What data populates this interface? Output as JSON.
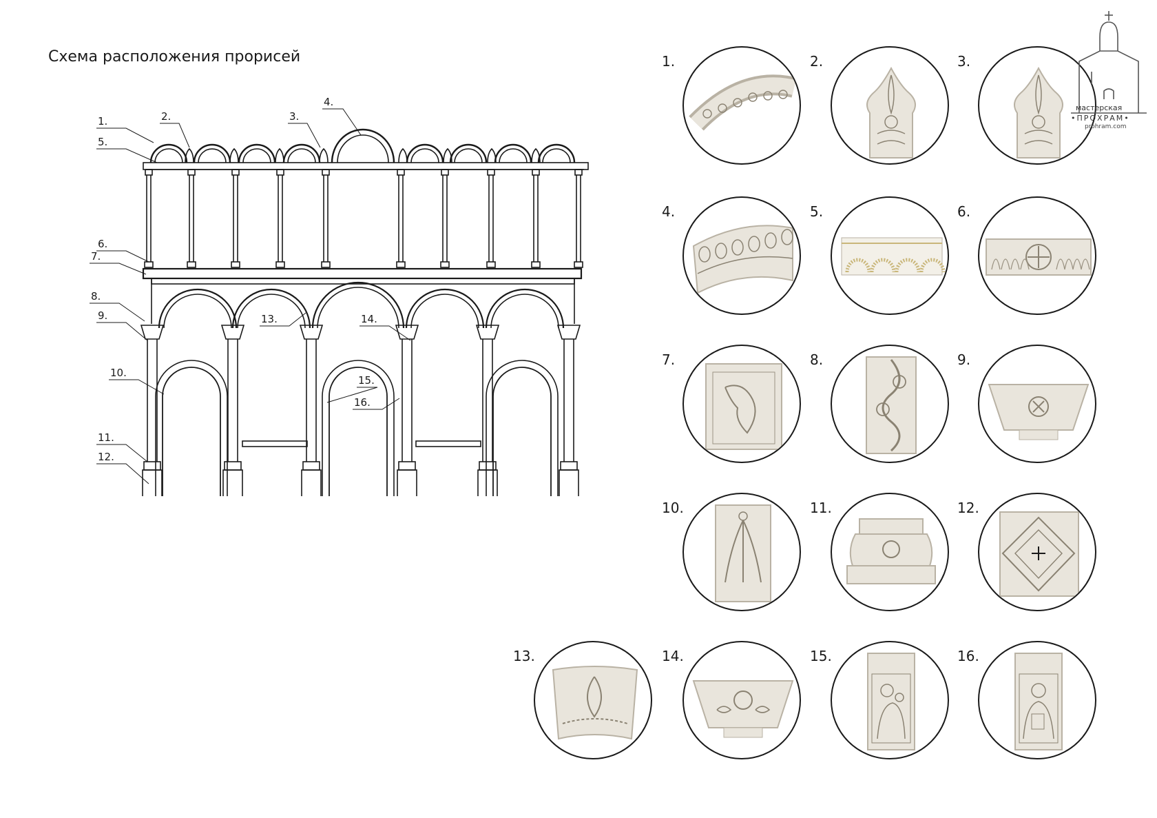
{
  "title": "Схема расположения прорисей",
  "callouts": [
    "1.",
    "2.",
    "3.",
    "4.",
    "5.",
    "6.",
    "7.",
    "8.",
    "9.",
    "10.",
    "11.",
    "12.",
    "13.",
    "14.",
    "15.",
    "16."
  ],
  "ornaments": [
    {
      "number": "1.",
      "motif": "arch-archivolt-leaf-band"
    },
    {
      "number": "2.",
      "motif": "finial-palmette"
    },
    {
      "number": "3.",
      "motif": "finial-palmette"
    },
    {
      "number": "4.",
      "motif": "arch-archivolt-egg-band"
    },
    {
      "number": "5.",
      "motif": "gilded-arch-frieze"
    },
    {
      "number": "6.",
      "motif": "cornice-frieze-rosette"
    },
    {
      "number": "7.",
      "motif": "acanthus-corner-panel"
    },
    {
      "number": "8.",
      "motif": "scroll-vine-pilaster"
    },
    {
      "number": "9.",
      "motif": "column-capital-cross"
    },
    {
      "number": "10.",
      "motif": "pilaster-palmette"
    },
    {
      "number": "11.",
      "motif": "column-base-rosette"
    },
    {
      "number": "12.",
      "motif": "panel-cross-rhombus"
    },
    {
      "number": "13.",
      "motif": "arch-soffit-palmette"
    },
    {
      "number": "14.",
      "motif": "column-capital-doves"
    },
    {
      "number": "15.",
      "motif": "icon-panel-theotokos"
    },
    {
      "number": "16.",
      "motif": "icon-panel-pantocrator"
    }
  ],
  "logo": {
    "line1": "мастерская",
    "line2": "•ПРОХРАМ•",
    "line3": "prohram.com",
    "icon": "church-outline-icon"
  },
  "colors": {
    "ink": "#1a1a1a",
    "stone": "#e9e5dc",
    "stone_shadow": "#b9b2a4",
    "gold": "#c9b679"
  }
}
